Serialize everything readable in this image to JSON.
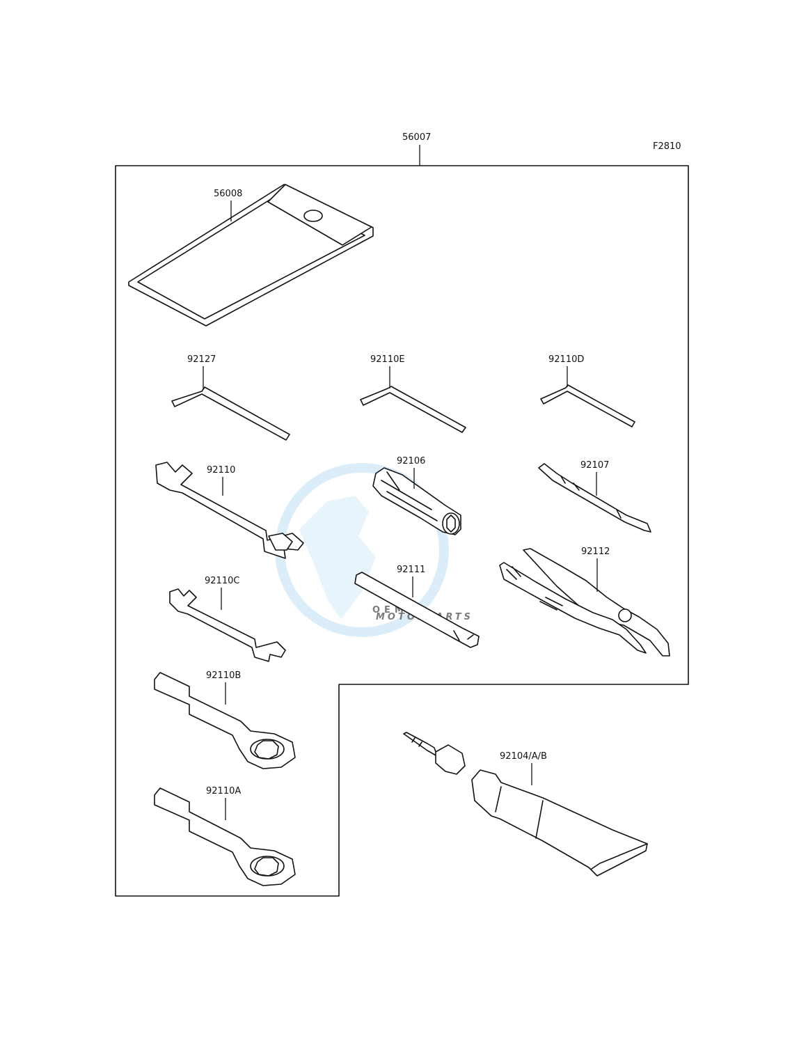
{
  "figure_code": "F2810",
  "kit_part": "56007",
  "parts": {
    "pouch": "56008",
    "hex_key_large": "92127",
    "hex_key_medium": "92110E",
    "hex_key_small": "92110D",
    "wrench_open_large": "92110",
    "spark_plug_socket": "92106",
    "screwdriver": "92107",
    "wrench_open_small": "92110C",
    "extension_bar": "92111",
    "pliers": "92112",
    "ring_wrench_b": "92110B",
    "ring_wrench_a": "92110A",
    "grease_tube": "92104/A/B"
  },
  "watermark": {
    "logo_text": "OEM",
    "sub_text": "MOTORPARTS",
    "globe_color": "#bfe0f3",
    "logo_color": "#c9c9cf"
  }
}
